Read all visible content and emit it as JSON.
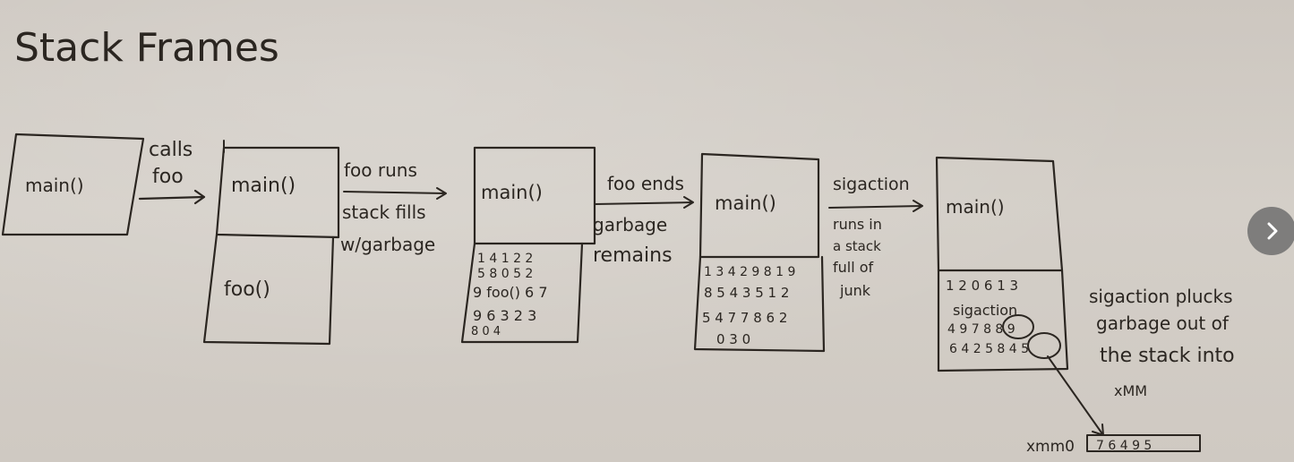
{
  "title": "Stack Frames",
  "frames": [
    {
      "top": "main()"
    },
    {
      "top": "main()",
      "bottom": "foo()"
    },
    {
      "top": "main()",
      "garbage": [
        "1  4  1  2  2",
        "5 8  0 5  2",
        "9 foo()  6 7",
        "9 6 3 2 3",
        "8      0   4"
      ]
    },
    {
      "top": "main()",
      "garbage": [
        "1 3 4 2  9 8  1 9",
        "8 5 4 3  5  1 2",
        "5 4 7 7 8 6 2",
        "     0   3  0"
      ]
    },
    {
      "top": "main()",
      "garbage": [
        "1 2 0 6 1 3",
        "sigaction",
        "4 9 7 8 8 9",
        "6 4 2 5 8 4 5"
      ]
    }
  ],
  "transitions": [
    {
      "lines": [
        "calls",
        "foo"
      ]
    },
    {
      "lines": [
        "foo runs",
        "stack fills",
        "w/garbage"
      ]
    },
    {
      "lines": [
        "foo ends",
        "garbage",
        "remains"
      ]
    },
    {
      "lines": [
        "sigaction",
        "runs in",
        "a stack",
        "full of",
        "junk"
      ]
    }
  ],
  "note": [
    "sigaction plucks",
    "garbage out of",
    "the stack into",
    "xMM"
  ],
  "register": {
    "label": "xmm0",
    "values": "7 6 4 9 5"
  },
  "nav": {
    "icon": "chevron-right-icon"
  }
}
